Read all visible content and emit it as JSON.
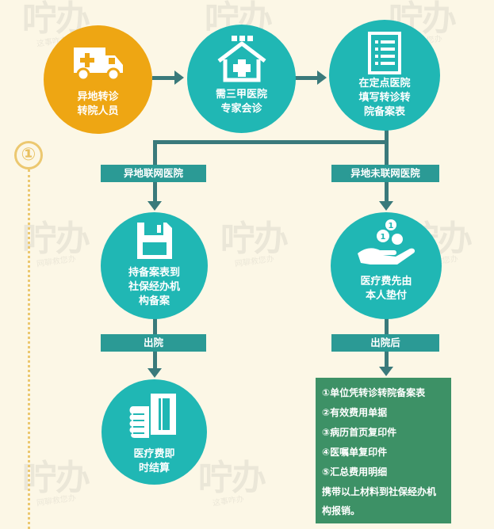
{
  "watermark": {
    "logo": "咛办",
    "slogan": "这事咋办",
    "slogan2": "网聊救您办"
  },
  "step": {
    "number": "①"
  },
  "nodes": {
    "n1": {
      "line1": "异地转诊",
      "line2": "转院人员"
    },
    "n2": {
      "line1": "需三甲医院",
      "line2": "专家会诊"
    },
    "n3": {
      "line1": "在定点医院",
      "line2": "填写转诊转",
      "line3": "院备案表"
    },
    "n4": {
      "line1": "持备案表到",
      "line2": "社保经办机",
      "line3": "构备案"
    },
    "n5": {
      "line1": "医疗费先由",
      "line2": "本人垫付"
    },
    "n6": {
      "line1": "医疗费即",
      "line2": "时结算"
    }
  },
  "tags": {
    "networked": "异地联网医院",
    "not_networked": "异地未联网医院",
    "discharge": "出院",
    "after_discharge": "出院后"
  },
  "materials": {
    "items": [
      "①单位凭转诊转院备案表",
      "②有效费用单据",
      "③病历首页复印件",
      "④医嘱单复印件",
      "⑤汇总费用明细"
    ],
    "note": "携带以上材料到社保经办机构报销。"
  },
  "colors": {
    "teal": "#20b7b4",
    "orange": "#eea613",
    "green": "#3d9166",
    "line": "#3a7a7b",
    "tag": "#2b9a95"
  },
  "icons": [
    "ambulance-icon",
    "hospital-icon",
    "form-icon",
    "floppy-disk-icon",
    "coins-hand-icon",
    "card-hand-icon"
  ]
}
